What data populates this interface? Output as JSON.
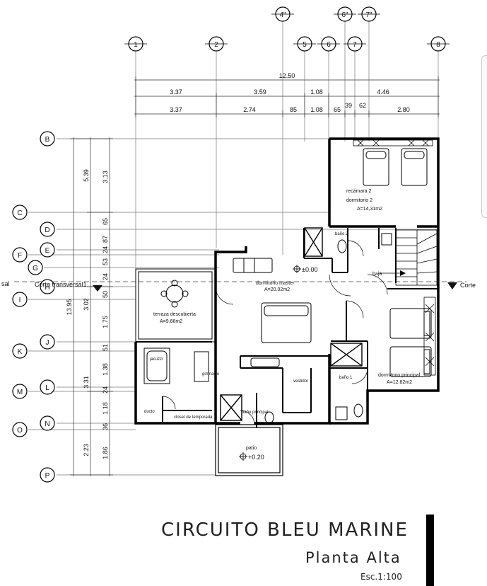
{
  "title": {
    "project": "CIRCUITO BLEU MARINE",
    "level": "Planta Alta",
    "scale": "Esc.1:100"
  },
  "axes_top": [
    "1",
    "2",
    "4\"",
    "5",
    "6",
    "6\"",
    "7",
    "7\"",
    "8"
  ],
  "axes_left_outer": [
    "C",
    "F",
    "G",
    "I",
    "K",
    "M",
    "O"
  ],
  "axes_left_inner": [
    "B",
    "D",
    "E",
    "H",
    "J",
    "L",
    "N",
    "P"
  ],
  "dims_top": {
    "total": "12.50",
    "row2": [
      "3.37",
      "3.59",
      "1.08",
      "4.46"
    ],
    "row3": [
      "3.37",
      "2.74",
      "85",
      "1.08",
      "65",
      "39",
      "62",
      "2.80"
    ]
  },
  "dims_left": {
    "total": "13.95",
    "col2": [
      "5.39",
      "3.02",
      "3.31",
      "2.23"
    ],
    "col3": [
      "3.13",
      "65",
      "87",
      "24",
      "53",
      "24",
      "50",
      "1.75",
      "51",
      "1.38",
      "24",
      "1.18",
      "36",
      "1.86"
    ]
  },
  "rooms": {
    "recamara": "recámara 2",
    "dormitorio2": "dormitorio 2",
    "area_recamara": "A=14,31m2",
    "bano2": "baño 2",
    "master": "dormitorio master",
    "area_master": "A=20.02m2",
    "level_master": "±0.00",
    "baja": "baja",
    "terraza": "terraza descubierta",
    "area_terraza": "A=9.66m2",
    "principal": "dormitorio principal",
    "area_principal": "A=12.82m2",
    "jacuzzi": "jacuzzi",
    "gimnasio": "gimnasio",
    "vestidor": "vestidor",
    "bano1": "baño 1",
    "closet": "closet de temporada",
    "bano_principal": "baño principal",
    "ducto": "ducto",
    "patio": "patio",
    "level_patio": "+0.20"
  },
  "section": {
    "left_label": "Corte transversal1",
    "right_label": "Corte",
    "left_cut": "sal"
  }
}
